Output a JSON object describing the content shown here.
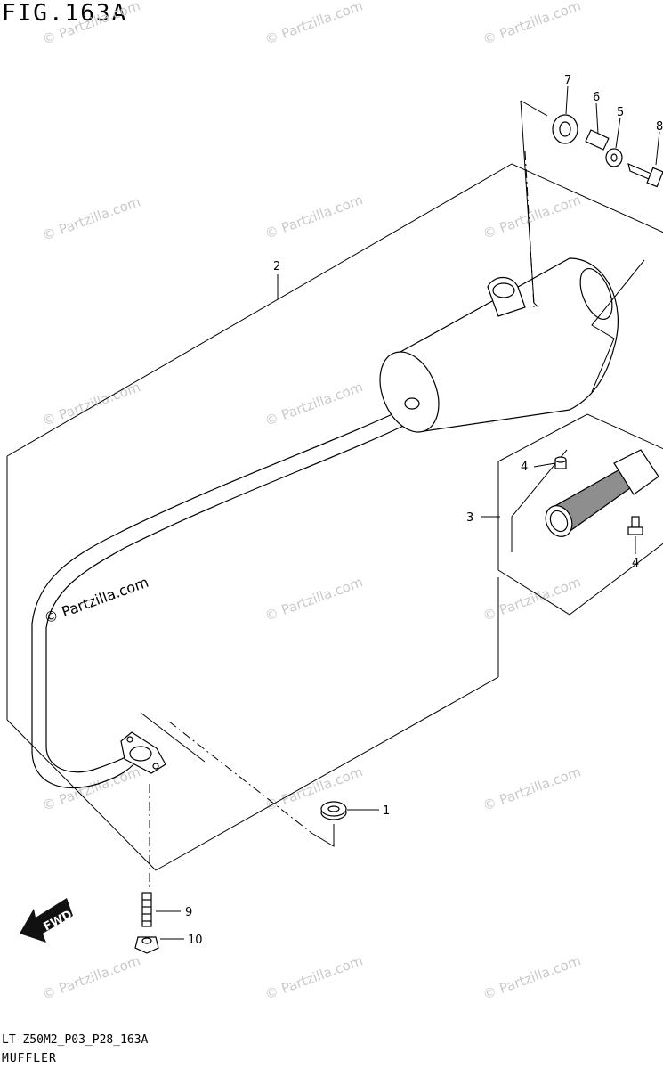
{
  "figure": {
    "title": "FIG.163A",
    "code": "LT-Z50M2_P03_P28_163A",
    "name": "MUFFLER"
  },
  "watermark": "© Partzilla.com",
  "fwd_label": "FWD",
  "callouts": [
    "1",
    "2",
    "3",
    "4",
    "4",
    "5",
    "6",
    "7",
    "8",
    "9",
    "10"
  ]
}
